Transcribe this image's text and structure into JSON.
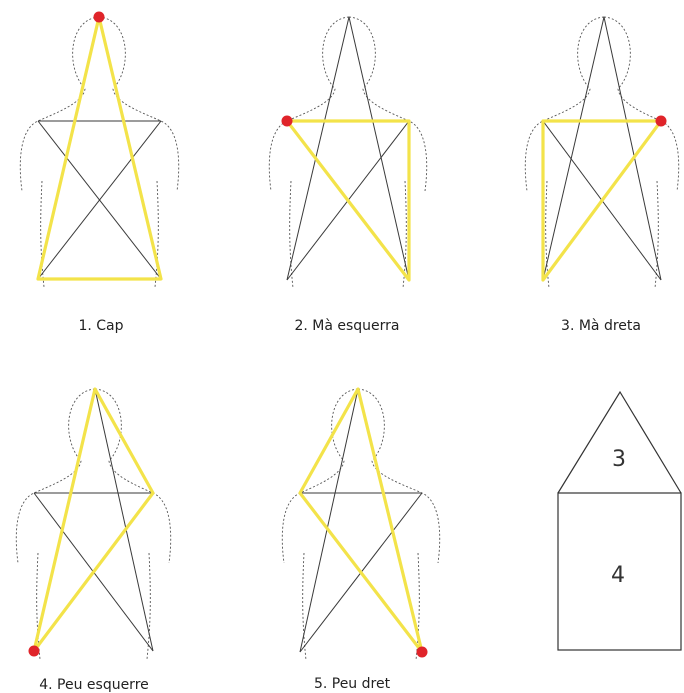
{
  "figures": [
    {
      "id": "cap",
      "caption": "1. Cap",
      "start": "head",
      "path": [
        "head",
        "rightFoot",
        "leftFoot",
        "head"
      ]
    },
    {
      "id": "ma-esquerra",
      "caption": "2. Mà esquerra",
      "start": "leftHand",
      "path": [
        "leftHand",
        "rightHand",
        "rightFoot",
        "leftHand"
      ]
    },
    {
      "id": "ma-dreta",
      "caption": "3. Mà dreta",
      "start": "rightHand",
      "path": [
        "rightHand",
        "leftHand",
        "leftFoot",
        "rightHand"
      ]
    },
    {
      "id": "peu-esquerre",
      "caption": "4. Peu esquerre",
      "start": "leftFoot",
      "path": [
        "leftFoot",
        "head",
        "rightHand",
        "leftFoot"
      ]
    },
    {
      "id": "peu-dret",
      "caption": "5. Peu dret",
      "start": "rightFoot",
      "path": [
        "rightFoot",
        "head",
        "leftHand",
        "rightFoot"
      ]
    }
  ],
  "house": {
    "roof_label": "3",
    "body_label": "4"
  },
  "colors": {
    "highlight": "#f3e34a",
    "start_dot": "#e0242a",
    "lines": "#3a3a3a"
  }
}
